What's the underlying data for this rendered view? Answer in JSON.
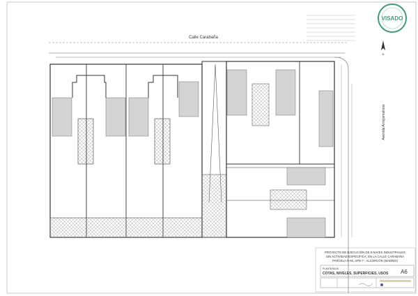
{
  "streets": {
    "north": "Calle Carabaña",
    "east": "Avenida Arroyomolinos"
  },
  "north_arrow": {
    "label": "N",
    "icon": "north-arrow-icon"
  },
  "stamp": {
    "text": "VISADO",
    "color": "#3f9e72"
  },
  "title_block": {
    "project_lines": [
      "PROYECTO DE EJECUCIÓN DE 8 NAVES INDUSTRIALES",
      "SIN ACTIVIDAD ESPECÍFICA, EN LA CALLE CARABAÑA",
      "PARCELA N-84,  APD-7 -  ALCORCÓN (MADRID)"
    ],
    "sheet_subtitle": "PLANTA BAJA",
    "sheet_title": "COTAS, NIVELES, SUPERFICIES, USOS",
    "sheet_number": "A6"
  },
  "colors": {
    "line": "#444444",
    "shade": "#d4d4d4",
    "hatch": "#9a9a9a"
  }
}
